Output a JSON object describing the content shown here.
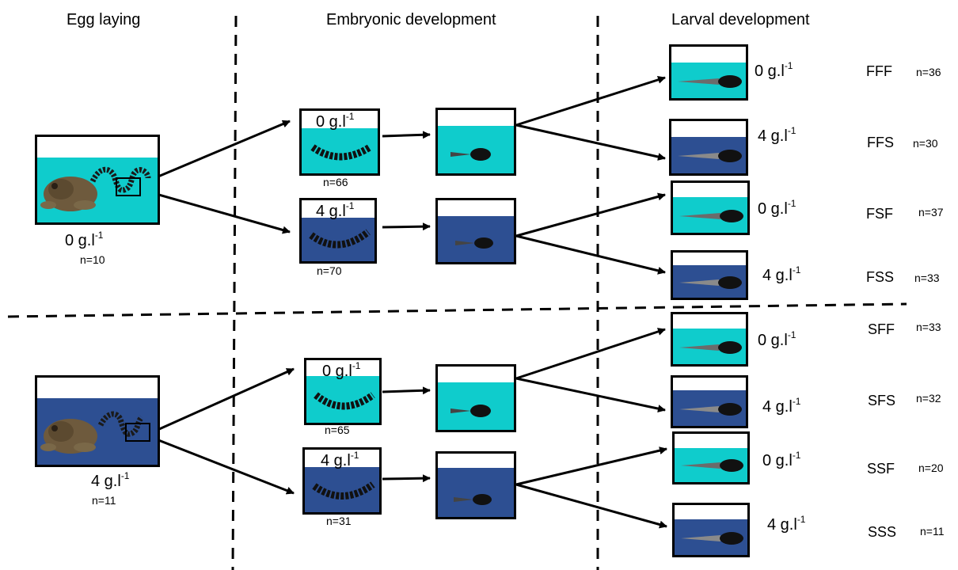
{
  "headers": {
    "egg_laying": "Egg laying",
    "embryonic": "Embryonic development",
    "larval": "Larval development"
  },
  "colors": {
    "freshwater": "#0fcccc",
    "saltwater": "#2d4f92",
    "ink": "#000000"
  },
  "icons": {
    "parent": "toad-with-egg-string-icon",
    "eggs": "egg-string-icon",
    "tadpole": "tadpole-icon"
  },
  "parents": [
    {
      "conc": "0 g.l",
      "exp": "-1",
      "n": "n=10"
    },
    {
      "conc": "4 g.l",
      "exp": "-1",
      "n": "n=11"
    }
  ],
  "embryo": [
    {
      "conc": "0 g.l",
      "exp": "-1",
      "n": "n=66"
    },
    {
      "conc": "4 g.l",
      "exp": "-1",
      "n": "n=70"
    },
    {
      "conc": "0 g.l",
      "exp": "-1",
      "n": "n=65"
    },
    {
      "conc": "4 g.l",
      "exp": "-1",
      "n": "n=31"
    }
  ],
  "larval": [
    {
      "conc": "0 g.l",
      "exp": "-1",
      "code": "FFF",
      "n": "n=36"
    },
    {
      "conc": "4 g.l",
      "exp": "-1",
      "code": "FFS",
      "n": "n=30"
    },
    {
      "conc": "0 g.l",
      "exp": "-1",
      "code": "FSF",
      "n": "n=37"
    },
    {
      "conc": "4 g.l",
      "exp": "-1",
      "code": "FSS",
      "n": "n=33"
    },
    {
      "conc": "0 g.l",
      "exp": "-1",
      "code": "SFF",
      "n": "n=33"
    },
    {
      "conc": "4 g.l",
      "exp": "-1",
      "code": "SFS",
      "n": "n=32"
    },
    {
      "conc": "0 g.l",
      "exp": "-1",
      "code": "SSF",
      "n": "n=20"
    },
    {
      "conc": "4 g.l",
      "exp": "-1",
      "code": "SSS",
      "n": "n=11"
    }
  ]
}
